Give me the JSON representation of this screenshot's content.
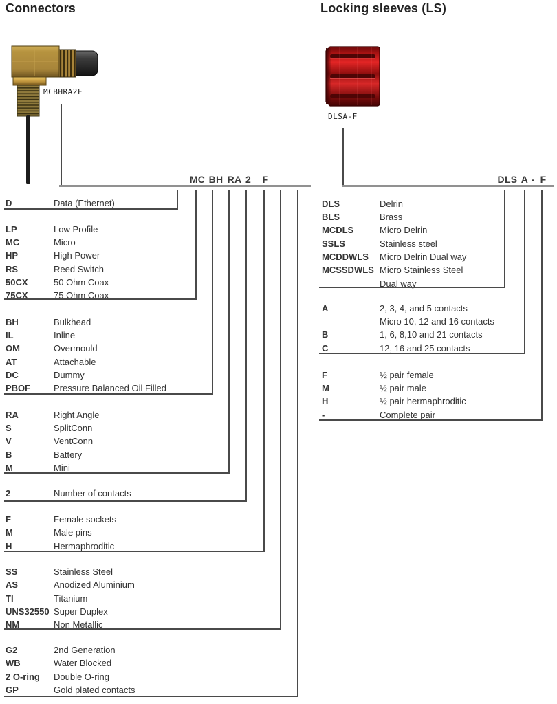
{
  "colors": {
    "heading": "#222222",
    "text": "#333333",
    "part_code": "#3a3a3a",
    "main_line": "#919191",
    "detail_line": "#4a4a4a",
    "brass": "#b28f45",
    "backshell": "#2e2e2e",
    "sleeve_red": "#cc1616"
  },
  "connectors": {
    "heading": "Connectors",
    "image_label": "MCBHRA2F",
    "part_code": [
      "MC",
      "BH",
      "RA",
      "2",
      "F"
    ],
    "groups": [
      {
        "rows": [
          {
            "code": "D",
            "desc": "Data (Ethernet)"
          }
        ]
      },
      {
        "rows": [
          {
            "code": "LP",
            "desc": "Low Profile"
          },
          {
            "code": "MC",
            "desc": "Micro"
          },
          {
            "code": "HP",
            "desc": "High Power"
          },
          {
            "code": "RS",
            "desc": "Reed Switch"
          },
          {
            "code": "50CX",
            "desc": "50 Ohm Coax"
          },
          {
            "code": "75CX",
            "desc": "75 Ohm Coax"
          }
        ]
      },
      {
        "rows": [
          {
            "code": "BH",
            "desc": "Bulkhead"
          },
          {
            "code": "IL",
            "desc": "Inline"
          },
          {
            "code": "OM",
            "desc": "Overmould"
          },
          {
            "code": "AT",
            "desc": "Attachable"
          },
          {
            "code": "DC",
            "desc": "Dummy"
          },
          {
            "code": "PBOF",
            "desc": "Pressure Balanced Oil Filled"
          }
        ]
      },
      {
        "rows": [
          {
            "code": "RA",
            "desc": "Right Angle"
          },
          {
            "code": "S",
            "desc": "SplitConn"
          },
          {
            "code": "V",
            "desc": "VentConn"
          },
          {
            "code": "B",
            "desc": "Battery"
          },
          {
            "code": "M",
            "desc": "Mini"
          }
        ]
      },
      {
        "rows": [
          {
            "code": "2",
            "desc": "Number of contacts"
          }
        ]
      },
      {
        "rows": [
          {
            "code": "F",
            "desc": "Female sockets"
          },
          {
            "code": "M",
            "desc": "Male pins"
          },
          {
            "code": "H",
            "desc": "Hermaphroditic"
          }
        ]
      },
      {
        "rows": [
          {
            "code": "SS",
            "desc": "Stainless Steel"
          },
          {
            "code": "AS",
            "desc": "Anodized Aluminium"
          },
          {
            "code": "TI",
            "desc": "Titanium"
          },
          {
            "code": "UNS32550",
            "desc": "Super Duplex"
          },
          {
            "code": "NM",
            "desc": "Non Metallic"
          }
        ]
      },
      {
        "rows": [
          {
            "code": "G2",
            "desc": "2nd Generation"
          },
          {
            "code": "WB",
            "desc": "Water Blocked"
          },
          {
            "code": "2 O-ring",
            "desc": "Double O-ring"
          },
          {
            "code": "GP",
            "desc": "Gold plated contacts"
          }
        ]
      }
    ]
  },
  "locking_sleeves": {
    "heading": "Locking sleeves (LS)",
    "image_label": "DLSA-F",
    "part_code": [
      "DLS",
      "A",
      "-",
      "F"
    ],
    "groups": [
      {
        "rows": [
          {
            "code": "DLS",
            "desc": "Delrin"
          },
          {
            "code": "BLS",
            "desc": "Brass"
          },
          {
            "code": "MCDLS",
            "desc": "Micro Delrin"
          },
          {
            "code": "SSLS",
            "desc": "Stainless steel"
          },
          {
            "code": "MCDDWLS",
            "desc": "Micro Delrin Dual way"
          },
          {
            "code": "MCSSDWLS",
            "desc": "Micro Stainless Steel"
          },
          {
            "code": "",
            "desc": "Dual way"
          }
        ]
      },
      {
        "rows": [
          {
            "code": "A",
            "desc": "2, 3, 4, and 5 contacts"
          },
          {
            "code": "",
            "desc": "Micro 10, 12 and 16 contacts"
          },
          {
            "code": "B",
            "desc": "1, 6, 8,10 and 21 contacts"
          },
          {
            "code": "C",
            "desc": "12, 16 and 25 contacts"
          }
        ]
      },
      {
        "rows": [
          {
            "code": "F",
            "desc": "½ pair female"
          },
          {
            "code": "M",
            "desc": "½ pair male"
          },
          {
            "code": "H",
            "desc": "½ pair hermaphroditic"
          },
          {
            "code": "-",
            "desc": "Complete pair"
          }
        ]
      }
    ]
  }
}
